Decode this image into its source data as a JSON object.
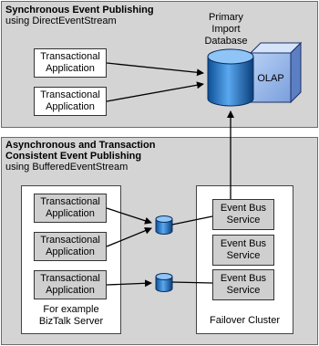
{
  "sync_section": {
    "title": "Synchronous Event Publishing",
    "subtitle": "using DirectEventStream",
    "apps": [
      {
        "label": "Transactional Application"
      },
      {
        "label": "Transactional Application"
      }
    ]
  },
  "database": {
    "label": "Primary Import Database",
    "olap_label": "OLAP"
  },
  "async_section": {
    "title_line1": "Asynchronous and Transaction",
    "title_line2": "Consistent Event Publishing",
    "subtitle": "using BufferedEventStream",
    "apps": [
      {
        "label": "Transactional Application"
      },
      {
        "label": "Transactional Application"
      },
      {
        "label": "Transactional Application"
      }
    ],
    "server_label": "For example BizTalk Server",
    "cluster_label": "Failover Cluster",
    "services": [
      {
        "label": "Event Bus Service"
      },
      {
        "label": "Event Bus Service"
      },
      {
        "label": "Event Bus Service"
      }
    ]
  },
  "colors": {
    "panel_bg": "#d4d4d4",
    "database_blue": "#1e78c8",
    "olap_blue": "#8aaee8"
  }
}
